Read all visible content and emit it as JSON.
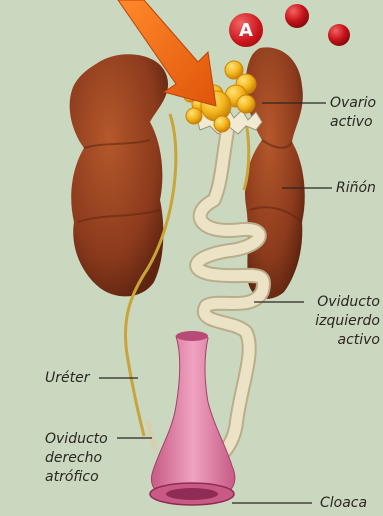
{
  "marker": "A",
  "labels": {
    "ovario_line1": "Ovario",
    "ovario_line2": "activo",
    "rinon": "Riñón",
    "oviducto_izq_line1": "Oviducto",
    "oviducto_izq_line2": "izquierdo",
    "oviducto_izq_line3": "activo",
    "ureter": "Uréter",
    "oviducto_der_line1": "Oviducto",
    "oviducto_der_line2": "derecho",
    "oviducto_der_line3": "atrófico",
    "cloaca": "Cloaca"
  },
  "colors": {
    "background": "#c9d8bf",
    "kidney": "#8b3a1c",
    "ovary": "#f3b51c",
    "oviduct": "#ece3c6",
    "cloaca": "#e27aa3",
    "ureter": "#c8a43a",
    "arrow": "#f06a12",
    "egg": "#c8141a"
  }
}
